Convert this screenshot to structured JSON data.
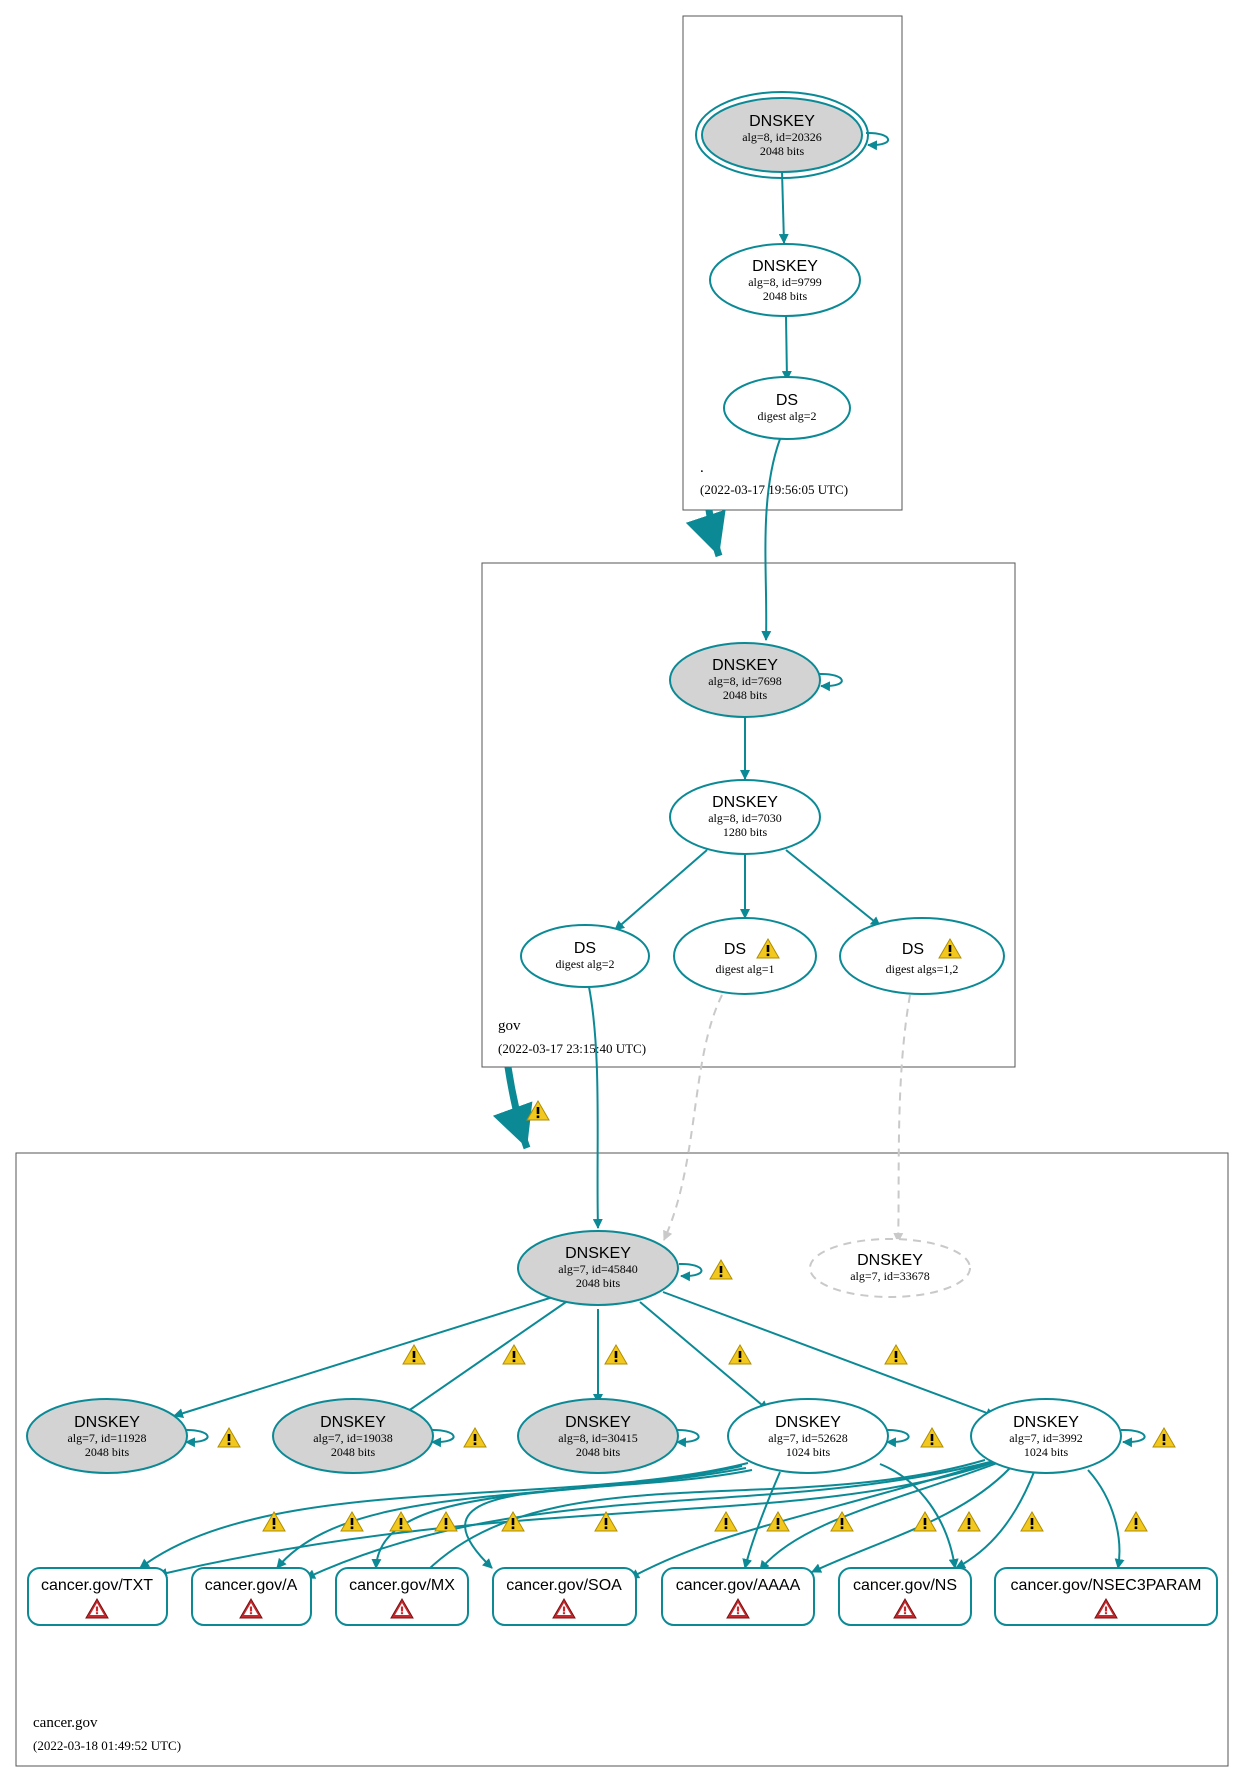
{
  "colors": {
    "edge": "#0b8a96",
    "node_fill_key": "#d3d3d3",
    "node_fill_plain": "#ffffff",
    "node_stroke": "#0b8a96",
    "dashed": "#c9c9c9",
    "warning": "#f2c81e",
    "error": "#c8282d"
  },
  "zones": {
    "root": {
      "name": ".",
      "timestamp": "(2022-03-17 19:56:05 UTC)"
    },
    "gov": {
      "name": "gov",
      "timestamp": "(2022-03-17 23:15:40 UTC)"
    },
    "cancer": {
      "name": "cancer.gov",
      "timestamp": "(2022-03-18 01:49:52 UTC)"
    }
  },
  "nodes": {
    "root_ksk": {
      "type": "DNSKEY",
      "detail": "alg=8, id=20326",
      "bits": "2048 bits"
    },
    "root_zsk": {
      "type": "DNSKEY",
      "detail": "alg=8, id=9799",
      "bits": "2048 bits"
    },
    "root_ds": {
      "type": "DS",
      "detail": "digest alg=2"
    },
    "gov_ksk": {
      "type": "DNSKEY",
      "detail": "alg=8, id=7698",
      "bits": "2048 bits"
    },
    "gov_zsk": {
      "type": "DNSKEY",
      "detail": "alg=8, id=7030",
      "bits": "1280 bits"
    },
    "gov_ds1": {
      "type": "DS",
      "detail": "digest alg=2"
    },
    "gov_ds2": {
      "type": "DS",
      "detail": "digest alg=1"
    },
    "gov_ds3": {
      "type": "DS",
      "detail": "digest algs=1,2"
    },
    "c_ksk": {
      "type": "DNSKEY",
      "detail": "alg=7, id=45840",
      "bits": "2048 bits"
    },
    "c_missing": {
      "type": "DNSKEY",
      "detail": "alg=7, id=33678"
    },
    "c_k1": {
      "type": "DNSKEY",
      "detail": "alg=7, id=11928",
      "bits": "2048 bits"
    },
    "c_k2": {
      "type": "DNSKEY",
      "detail": "alg=7, id=19038",
      "bits": "2048 bits"
    },
    "c_k3": {
      "type": "DNSKEY",
      "detail": "alg=8, id=30415",
      "bits": "2048 bits"
    },
    "c_k4": {
      "type": "DNSKEY",
      "detail": "alg=7, id=52628",
      "bits": "1024 bits"
    },
    "c_k5": {
      "type": "DNSKEY",
      "detail": "alg=7, id=3992",
      "bits": "1024 bits"
    }
  },
  "rrsets": {
    "txt": "cancer.gov/TXT",
    "a": "cancer.gov/A",
    "mx": "cancer.gov/MX",
    "soa": "cancer.gov/SOA",
    "aaaa": "cancer.gov/AAAA",
    "ns": "cancer.gov/NS",
    "nsec3param": "cancer.gov/NSEC3PARAM"
  }
}
